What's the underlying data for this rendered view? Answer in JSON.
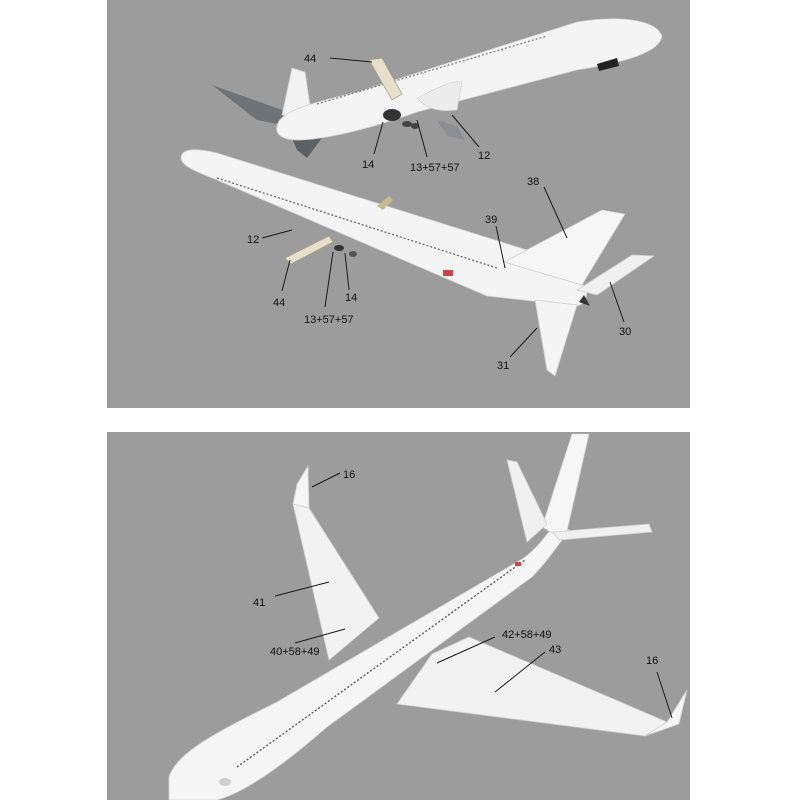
{
  "colors": {
    "background": "#9c9c9c",
    "fuselage": "#f4f4f4",
    "shadow": "#d9d9d9",
    "tail_dark": "#6e7378",
    "label": "#111111"
  },
  "top_panel": {
    "labels": {
      "l44a": "44",
      "l14a": "14",
      "l1357a": "13+57+57",
      "l12a": "12",
      "l38": "38",
      "l39": "39",
      "l12b": "12",
      "l44b": "44",
      "l14b": "14",
      "l1357b": "13+57+57",
      "l30": "30",
      "l31": "31"
    }
  },
  "bottom_panel": {
    "labels": {
      "l16a": "16",
      "l41": "41",
      "l405849": "40+58+49",
      "l425849": "42+58+49",
      "l43": "43",
      "l16b": "16"
    }
  }
}
